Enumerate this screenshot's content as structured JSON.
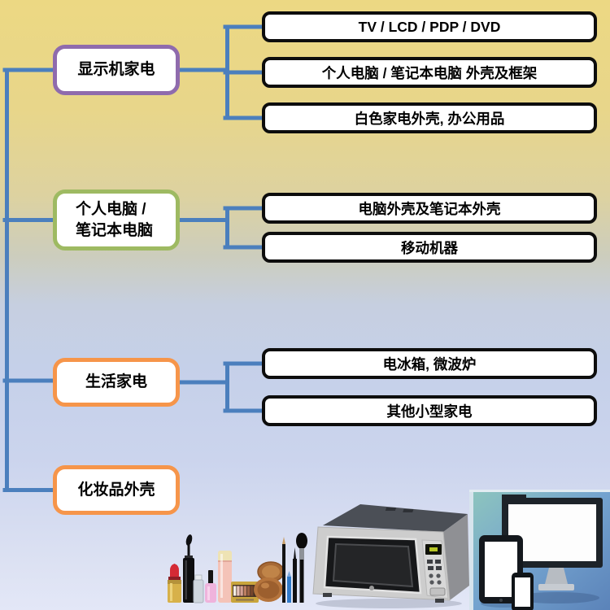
{
  "palette": {
    "connector": "#4b7fbd",
    "purple": "#8f6bad",
    "green": "#9eba62",
    "orange": "#f6954a",
    "leaf_border": "#0d0d0d"
  },
  "diagram": {
    "groups": [
      {
        "node": {
          "label": "显示机家电",
          "border_color": "#8f6bad"
        },
        "items": [
          {
            "label": "TV / LCD / PDP / DVD"
          },
          {
            "label": "个人电脑 / 笔记本电脑 外壳及框架"
          },
          {
            "label": "白色家电外壳, 办公用品"
          }
        ]
      },
      {
        "node": {
          "label": "个人电脑 /\n笔记本电脑",
          "border_color": "#9eba62"
        },
        "items": [
          {
            "label": "电脑外壳及笔记本外壳"
          },
          {
            "label": "移动机器"
          }
        ]
      },
      {
        "node": {
          "label": "生活家电",
          "border_color": "#f6954a"
        },
        "items": [
          {
            "label": "电冰箱, 微波炉"
          },
          {
            "label": "其他小型家电"
          }
        ]
      },
      {
        "node": {
          "label": "化妆品外壳",
          "border_color": "#f6954a"
        },
        "items": []
      }
    ]
  },
  "images": {
    "cosmetics": "cosmetics-set-photo",
    "microwave": "microwave-oven-photo",
    "devices": "monitor-tablet-phone-photo"
  }
}
